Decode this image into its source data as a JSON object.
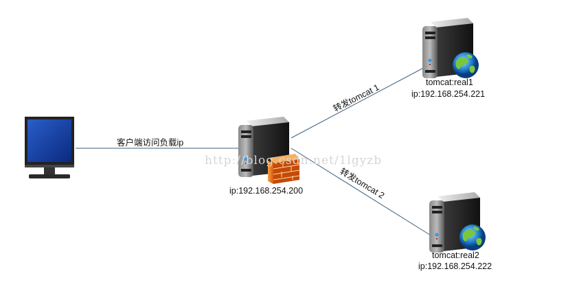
{
  "client": {
    "link_label": "客户端访问负载ip"
  },
  "balancer": {
    "ip": "ip:192.168.254.200"
  },
  "real1": {
    "name": "tomcat:real1",
    "ip": "ip:192.168.254.221",
    "link_label": "转发tomcat 1"
  },
  "real2": {
    "name": "tomcat:real2",
    "ip": "ip:192.168.254.222",
    "link_label": "转发tomcat  2"
  },
  "watermark": "http://blog.csdn.net/1lgyzb",
  "colors": {
    "line": "#3b5f7d"
  }
}
